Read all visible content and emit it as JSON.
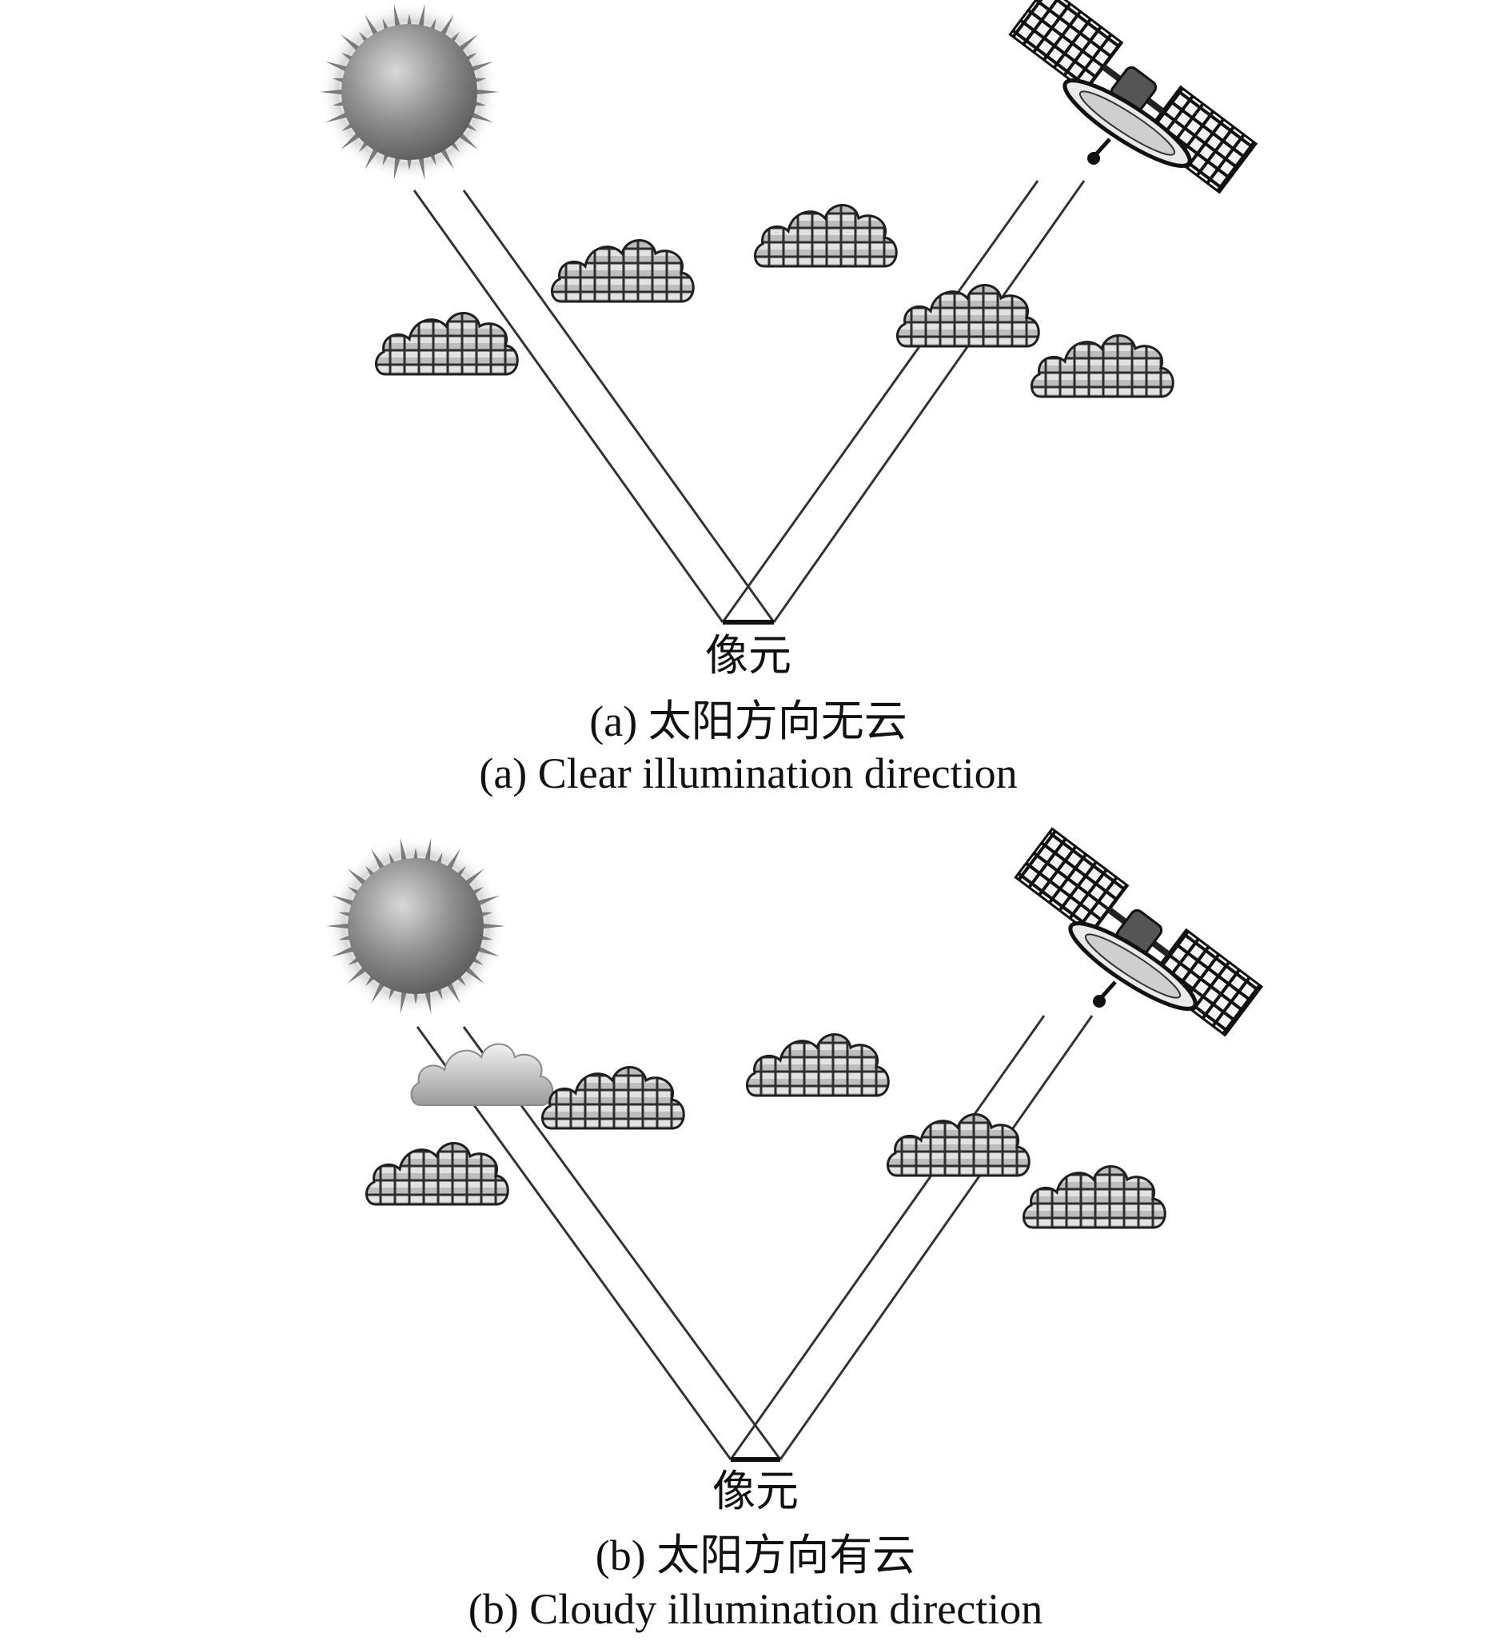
{
  "panels": [
    {
      "id": "a",
      "pixel_label": "像元",
      "caption_cn": "(a) 太阳方向无云",
      "caption_en": "(a) Clear illumination direction"
    },
    {
      "id": "b",
      "pixel_label": "像元",
      "caption_cn": "(b) 太阳方向有云",
      "caption_en": "(b) Cloudy illumination direction"
    }
  ],
  "icons": {
    "sun": "sun-icon",
    "satellite": "satellite-icon",
    "cloud": "cloud-icon",
    "sun_blocking_cloud": "cloud-icon"
  },
  "colors": {
    "line": "#333333",
    "text": "#111111",
    "cloud_cell_light": "#e6e6e6",
    "cloud_cell_dark": "#3a3a3a",
    "sun_core": "#8a8a8a"
  }
}
